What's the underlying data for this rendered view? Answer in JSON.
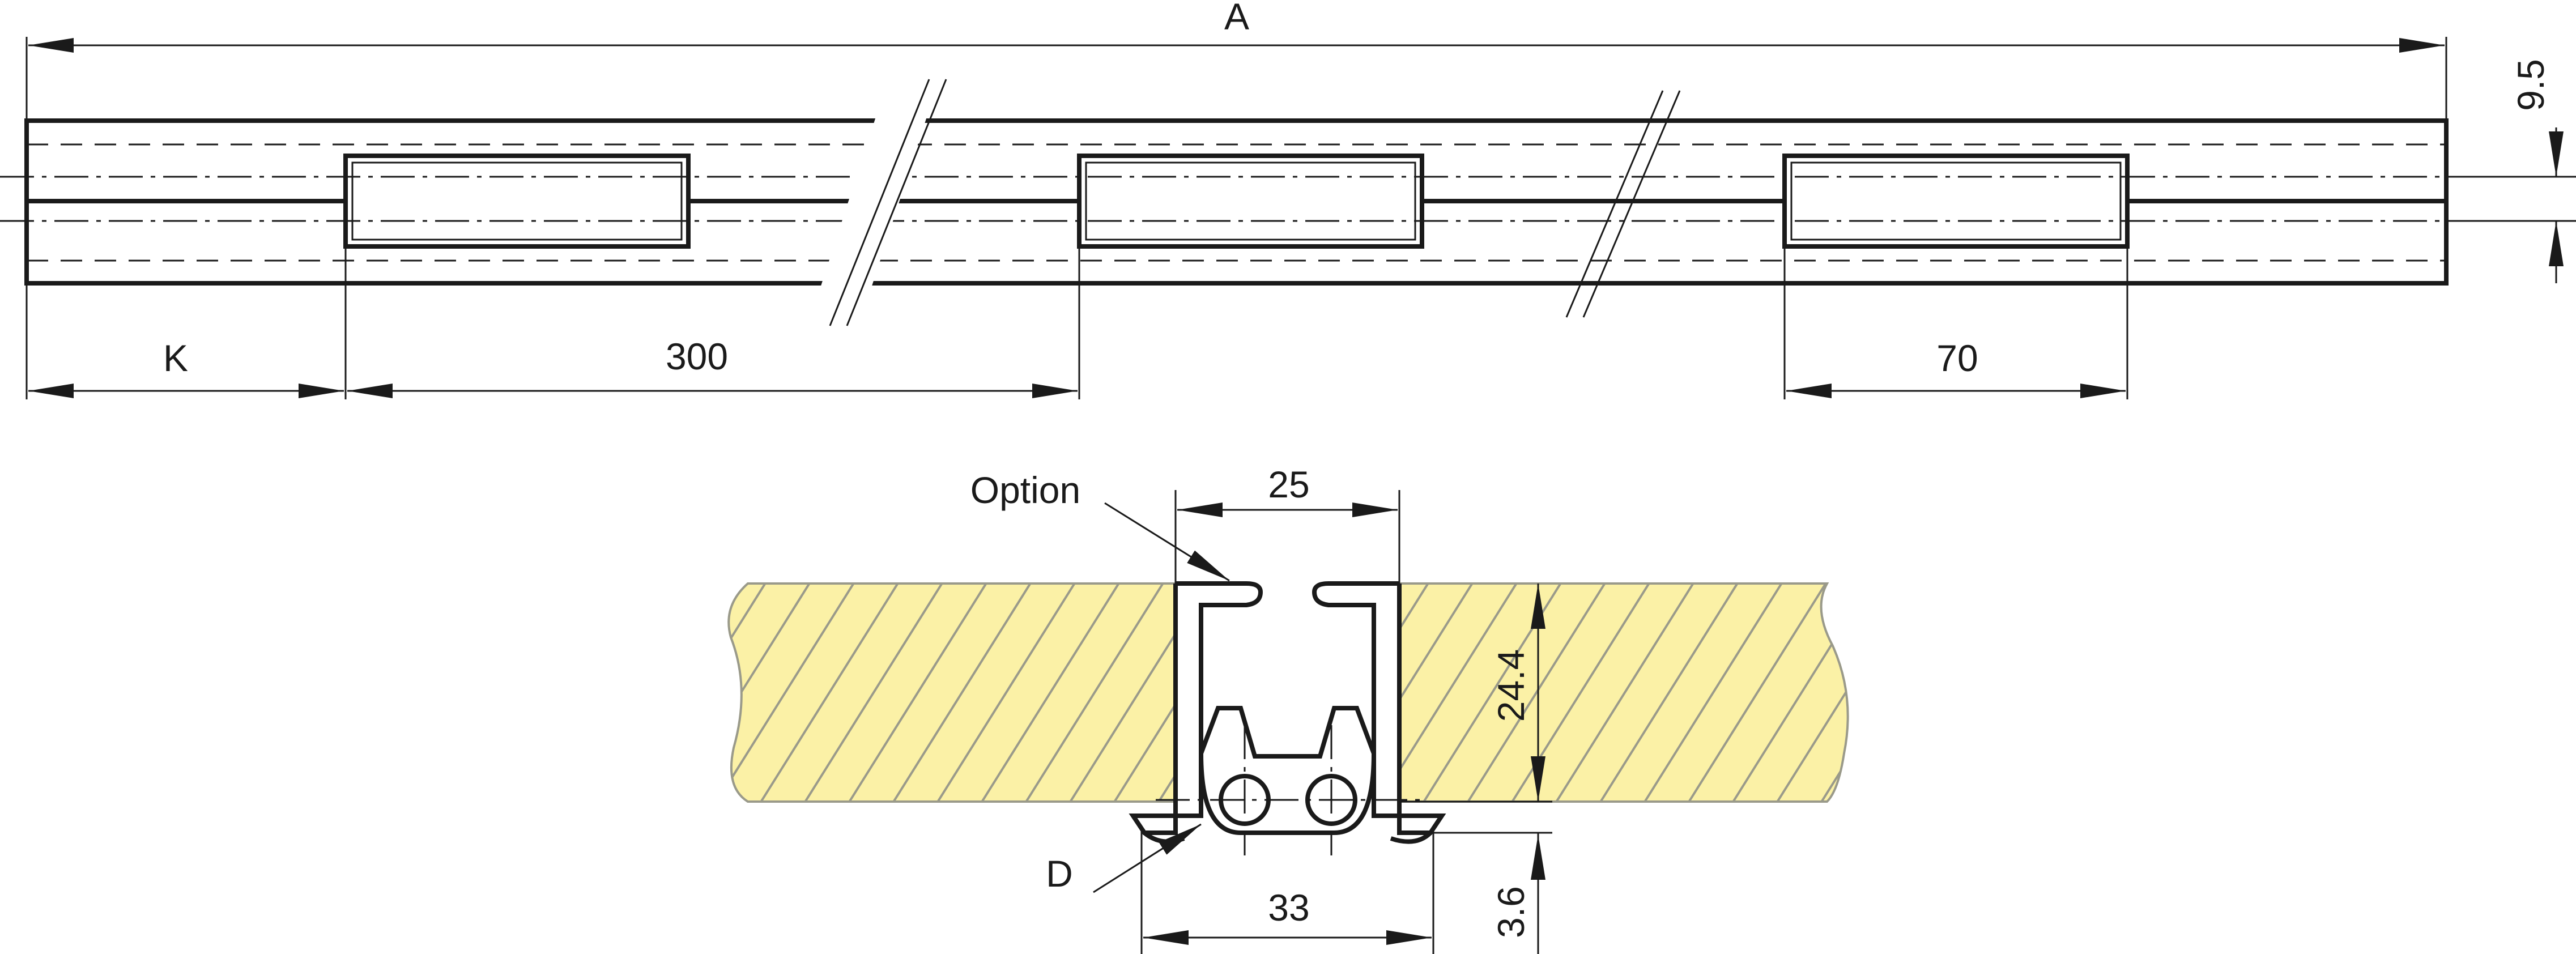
{
  "top_view": {
    "overall_length_label": "A",
    "height_label": "9.5",
    "start_offset_label": "K",
    "spacing_label": "300",
    "slot_length_label": "70"
  },
  "section_view": {
    "opening_width_label": "25",
    "option_callout": "Option",
    "depth_label": "24.4",
    "bottom_offset_label": "3.6",
    "flange_width_label": "33",
    "d_callout": "D"
  },
  "colors": {
    "wood_fill": "#fbf1a6",
    "line": "#1a1a1a",
    "hatch": "#9a9a8a"
  }
}
